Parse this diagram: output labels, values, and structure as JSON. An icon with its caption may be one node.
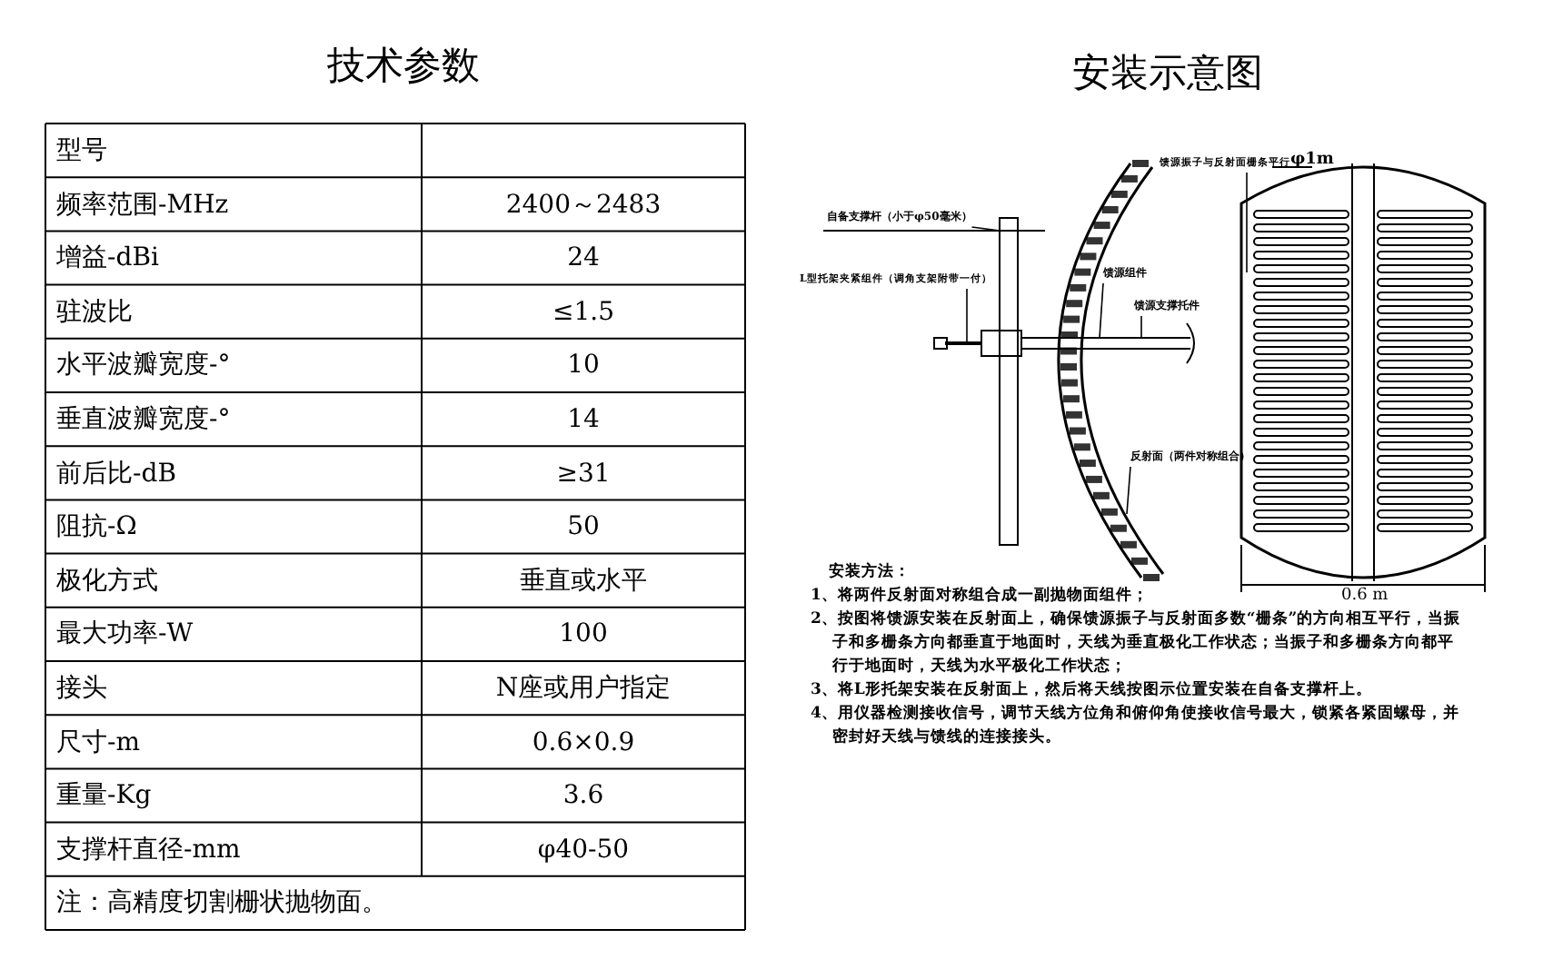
{
  "diagram": {
    "nodes": [
      {
        "text": [
          "自备支撑杆（小于φ50毫米）"
        ]
      },
      {
        "text": [
          "L型托架夹紧组件（调角支架附带一付）"
        ]
      },
      {
        "text": [
          "馈源组件"
        ]
      },
      {
        "text": [
          "馈源支撑托件"
        ]
      },
      {
        "text": [
          "馈源振子与反射面栅条平行"
        ]
      },
      {
        "text": [
          "反射面（两件对称组合）"
        ]
      }
    ],
    "edges": [
      {
        "from": 0,
        "to": null,
        "arrow": "none"
      },
      {
        "from": 1,
        "to": null,
        "arrow": "none"
      },
      {
        "from": 2,
        "to": null,
        "arrow": "none"
      },
      {
        "from": 3,
        "to": null,
        "arrow": "none"
      },
      {
        "from": 4,
        "to": null,
        "arrow": "none"
      },
      {
        "from": 5,
        "to": null,
        "arrow": "none"
      }
    ],
    "labels": [
      "技术参数",
      "安装示意图",
      "型号",
      "频率范围-MHz",
      "2400～2483",
      "增益-dBi",
      "24",
      "驻波比",
      "≤1.5",
      "水平波瓣宽度-°",
      "10",
      "垂直波瓣宽度-°",
      "14",
      "前后比-dB",
      "≥31",
      "阻抗-Ω",
      "50",
      "极化方式",
      "垂直或水平",
      "最大功率-W",
      "100",
      "接头",
      "N座或用户指定",
      "尺寸-m",
      "0.6×0.9",
      "重量-Kg",
      "3.6",
      "支撑杆直径-mm",
      "φ40-50",
      "注：高精度切割栅状抛物面。",
      "φ1m",
      "0.6 m",
      "安装方法：",
      "1、将两件反射面对称组合成一副抛物面组件；",
      "2、按图将馈源安装在反射面上，确保馈源振子与反射面多数“栅条”的方向相互平行，当振子和多栅条方向都垂直于地面时，天线为垂直极化工作状态；当振子和多栅条方向都平行于地面时，天线为水平极化工作状态；",
      "3、将L形托架安装在反射面上，然后将天线按图示位置安装在自备支撑杆上。",
      "4、用仪器检测接收信号，调节天线方位角和俯仰角使接收信号最大，锁紧各紧固螺母，并密封好天线与馈线的连接接头。"
    ]
  }
}
